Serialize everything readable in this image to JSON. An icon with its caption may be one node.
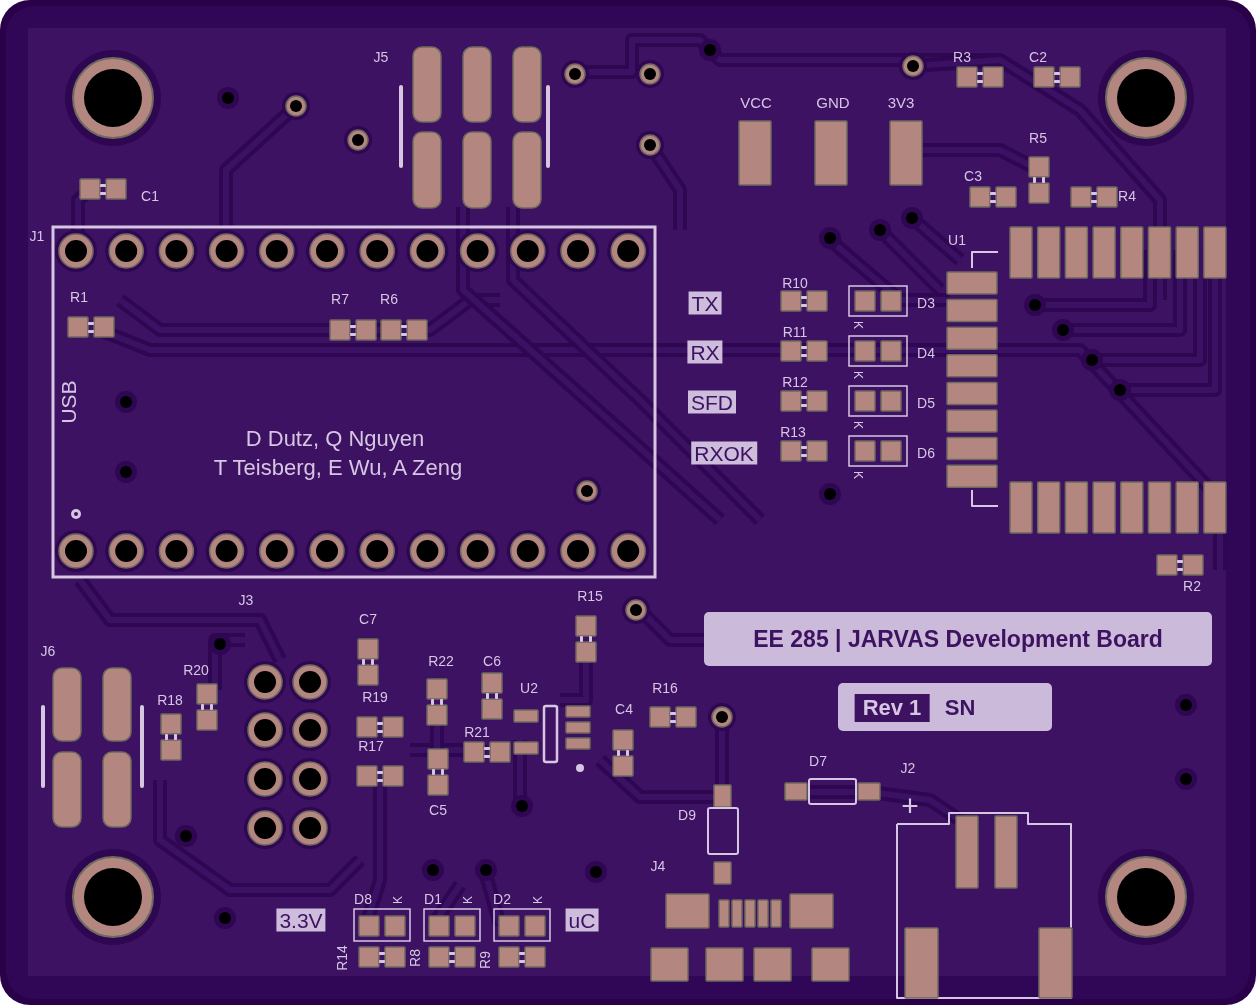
{
  "diagram": {
    "title": "EE 285 | JARVAS Development Board",
    "labels": [
      "J5",
      "R3",
      "C2",
      "VCC",
      "GND",
      "3V3",
      "R5",
      "C3",
      "C1",
      "R4",
      "J1",
      "U1",
      "R10",
      "R1",
      "R7",
      "R6",
      "TX",
      "D3",
      "K",
      "R11",
      "RX",
      "D4",
      "K",
      "R12",
      "USB",
      "SFD",
      "D5",
      "K",
      "R13",
      "D Dutz, Q Nguyen",
      "RXOK",
      "D6",
      "T Teisberg, E Wu, A Zeng",
      "K",
      "R2",
      "R15",
      "J3",
      "C7",
      "J6",
      "R22",
      "C6",
      "R20",
      "U2",
      "R16",
      "R18",
      "R19",
      "Rev 1",
      "SN",
      "C4",
      "R21",
      "R17",
      "D7",
      "J2",
      "+",
      "C5",
      "D9",
      "J4",
      "D8",
      "K",
      "D1",
      "K",
      "D2",
      "K",
      "3.3V",
      "uC",
      "R14",
      "R8",
      "R9"
    ]
  }
}
